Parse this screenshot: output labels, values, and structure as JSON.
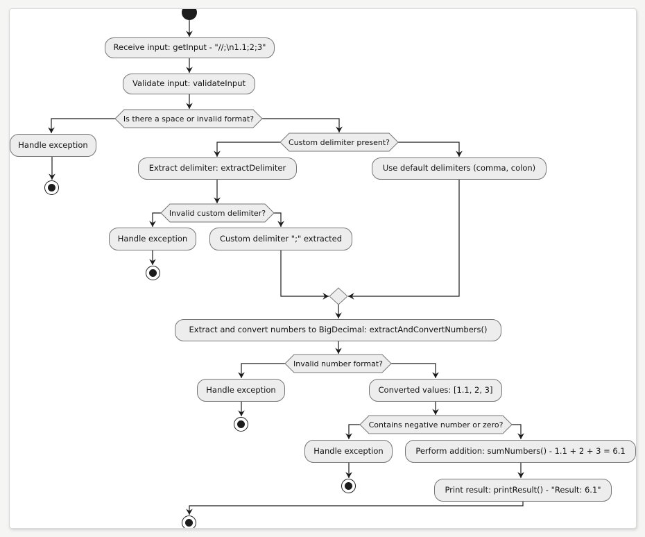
{
  "diagram_type": "activity-flowchart",
  "colors": {
    "canvas_bg": "#f5f5f4",
    "page_bg": "#ffffff",
    "node_fill": "#ededed",
    "node_border": "#757575",
    "line": "#1c1c1c",
    "text": "#121212"
  },
  "activities": {
    "receive_input": "Receive input: getInput - \"//;\\n1.1;2;3\"",
    "validate_input": "Validate input: validateInput",
    "handle_exception_1": "Handle exception",
    "extract_delimiter": "Extract delimiter: extractDelimiter",
    "use_default_delimiters": "Use default delimiters (comma, colon)",
    "handle_exception_2": "Handle exception",
    "custom_delimiter_extracted": "Custom delimiter \";\" extracted",
    "extract_and_convert": "Extract and convert numbers to BigDecimal: extractAndConvertNumbers()",
    "handle_exception_3": "Handle exception",
    "converted_values": "Converted values: [1.1, 2, 3]",
    "handle_exception_4": "Handle exception",
    "perform_addition": "Perform addition: sumNumbers() - 1.1 + 2 + 3 = 6.1",
    "print_result": "Print result: printResult() - \"Result: 6.1\""
  },
  "decisions": {
    "space_or_invalid": "Is there a space or invalid format?",
    "custom_delimiter_present": "Custom delimiter present?",
    "invalid_custom_delimiter": "Invalid custom delimiter?",
    "invalid_number_format": "Invalid number format?",
    "contains_negative_or_zero": "Contains negative number or zero?"
  }
}
